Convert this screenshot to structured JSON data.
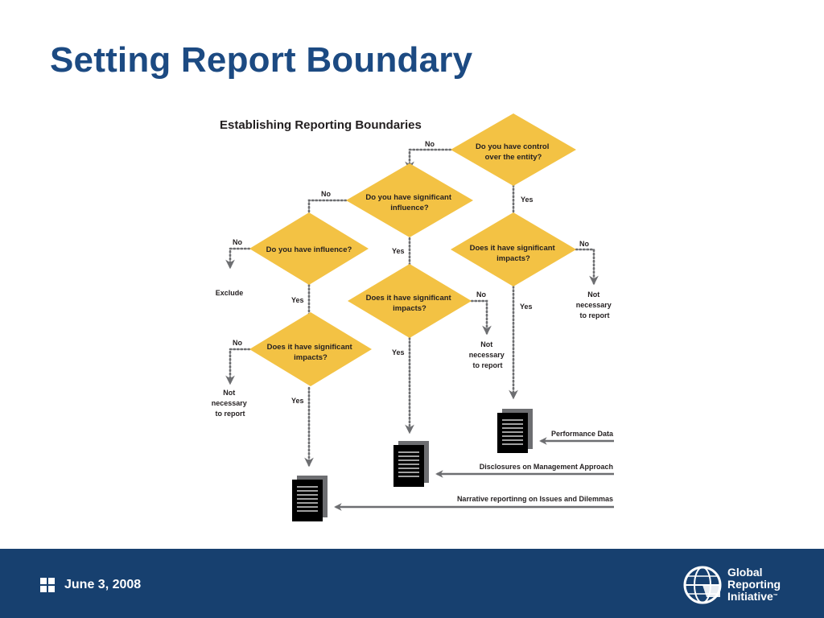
{
  "slide": {
    "title": "Setting Report Boundary"
  },
  "diagram": {
    "heading": "Establishing Reporting Boundaries",
    "decisions": {
      "control": [
        "Do you have control",
        "over the entity?"
      ],
      "sig_influence": [
        "Do you have  significant",
        "influence?"
      ],
      "influence": [
        "Do you have influence?"
      ],
      "control_impacts": [
        "Does it have significant",
        "impacts?"
      ],
      "sig_influence_impacts": [
        "Does it have significant",
        "impacts?"
      ],
      "influence_impacts": [
        "Does it have significant",
        "impacts?"
      ]
    },
    "answers": {
      "no": "No",
      "yes": "Yes"
    },
    "outcomes": {
      "exclude": "Exclude",
      "not_necessary": [
        "Not",
        "necessary",
        "to report"
      ]
    },
    "reporting": {
      "performance_data": "Performance Data",
      "dma": "Disclosures on Management Approach",
      "narrative": "Narrative reportinng on Issues and Dilemmas"
    }
  },
  "footer": {
    "date": "June 3, 2008",
    "logo_lines": [
      "Global",
      "Reporting",
      "Initiative"
    ],
    "logo_tm": "™"
  },
  "colors": {
    "title": "#1c4a82",
    "footer": "#17406f",
    "diamond": "#f3c244",
    "connector": "#6d6e71",
    "document": "#000000"
  }
}
